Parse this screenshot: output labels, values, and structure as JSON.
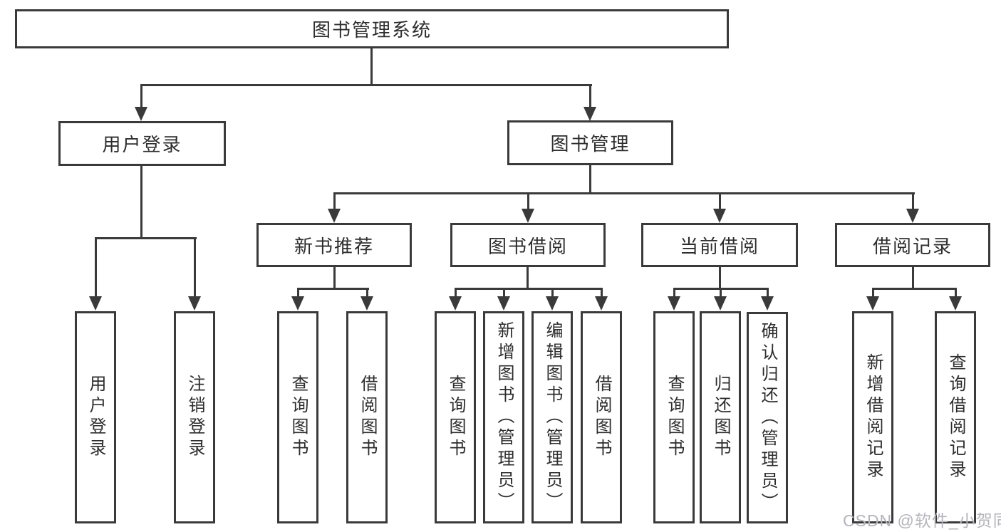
{
  "title": "图书管理系统",
  "watermark": "CSDN @软件_小贺同学",
  "colors": {
    "line": "#3a3a3a",
    "text": "#2d2d2d",
    "watermark": "#b4b4bc",
    "background": "#ffffff"
  },
  "nodes": {
    "root": {
      "label": "图书管理系统"
    },
    "user_login": {
      "label": "用户登录"
    },
    "book_mgmt": {
      "label": "图书管理"
    },
    "new_book_rec": {
      "label": "新书推荐"
    },
    "book_borrow": {
      "label": "图书借阅"
    },
    "current_borrow": {
      "label": "当前借阅"
    },
    "borrow_record": {
      "label": "借阅记录"
    },
    "leaf_user_login": {
      "label": "用户登录"
    },
    "leaf_logout": {
      "label": "注销登录"
    },
    "leaf_rec_query": {
      "label": "查询图书"
    },
    "leaf_rec_borrow": {
      "label": "借阅图书"
    },
    "leaf_bb_query": {
      "label": "查询图书"
    },
    "leaf_bb_add": {
      "label": "新增图书（管理员）"
    },
    "leaf_bb_edit": {
      "label": "编辑图书（管理员）"
    },
    "leaf_bb_borrow": {
      "label": "借阅图书"
    },
    "leaf_cb_query": {
      "label": "查询图书"
    },
    "leaf_cb_return": {
      "label": "归还图书"
    },
    "leaf_cb_confirm": {
      "label": "确认归还（管理员）"
    },
    "leaf_br_add": {
      "label": "新增借阅记录"
    },
    "leaf_br_query": {
      "label": "查询借阅记录"
    }
  },
  "edges": [
    {
      "from": "root",
      "to": "user_login"
    },
    {
      "from": "root",
      "to": "book_mgmt"
    },
    {
      "from": "user_login",
      "to": "leaf_user_login"
    },
    {
      "from": "user_login",
      "to": "leaf_logout"
    },
    {
      "from": "book_mgmt",
      "to": "new_book_rec"
    },
    {
      "from": "book_mgmt",
      "to": "book_borrow"
    },
    {
      "from": "book_mgmt",
      "to": "current_borrow"
    },
    {
      "from": "book_mgmt",
      "to": "borrow_record"
    },
    {
      "from": "new_book_rec",
      "to": "leaf_rec_query"
    },
    {
      "from": "new_book_rec",
      "to": "leaf_rec_borrow"
    },
    {
      "from": "book_borrow",
      "to": "leaf_bb_query"
    },
    {
      "from": "book_borrow",
      "to": "leaf_bb_add"
    },
    {
      "from": "book_borrow",
      "to": "leaf_bb_edit"
    },
    {
      "from": "book_borrow",
      "to": "leaf_bb_borrow"
    },
    {
      "from": "current_borrow",
      "to": "leaf_cb_query"
    },
    {
      "from": "current_borrow",
      "to": "leaf_cb_return"
    },
    {
      "from": "current_borrow",
      "to": "leaf_cb_confirm"
    },
    {
      "from": "borrow_record",
      "to": "leaf_br_add"
    },
    {
      "from": "borrow_record",
      "to": "leaf_br_query"
    }
  ]
}
